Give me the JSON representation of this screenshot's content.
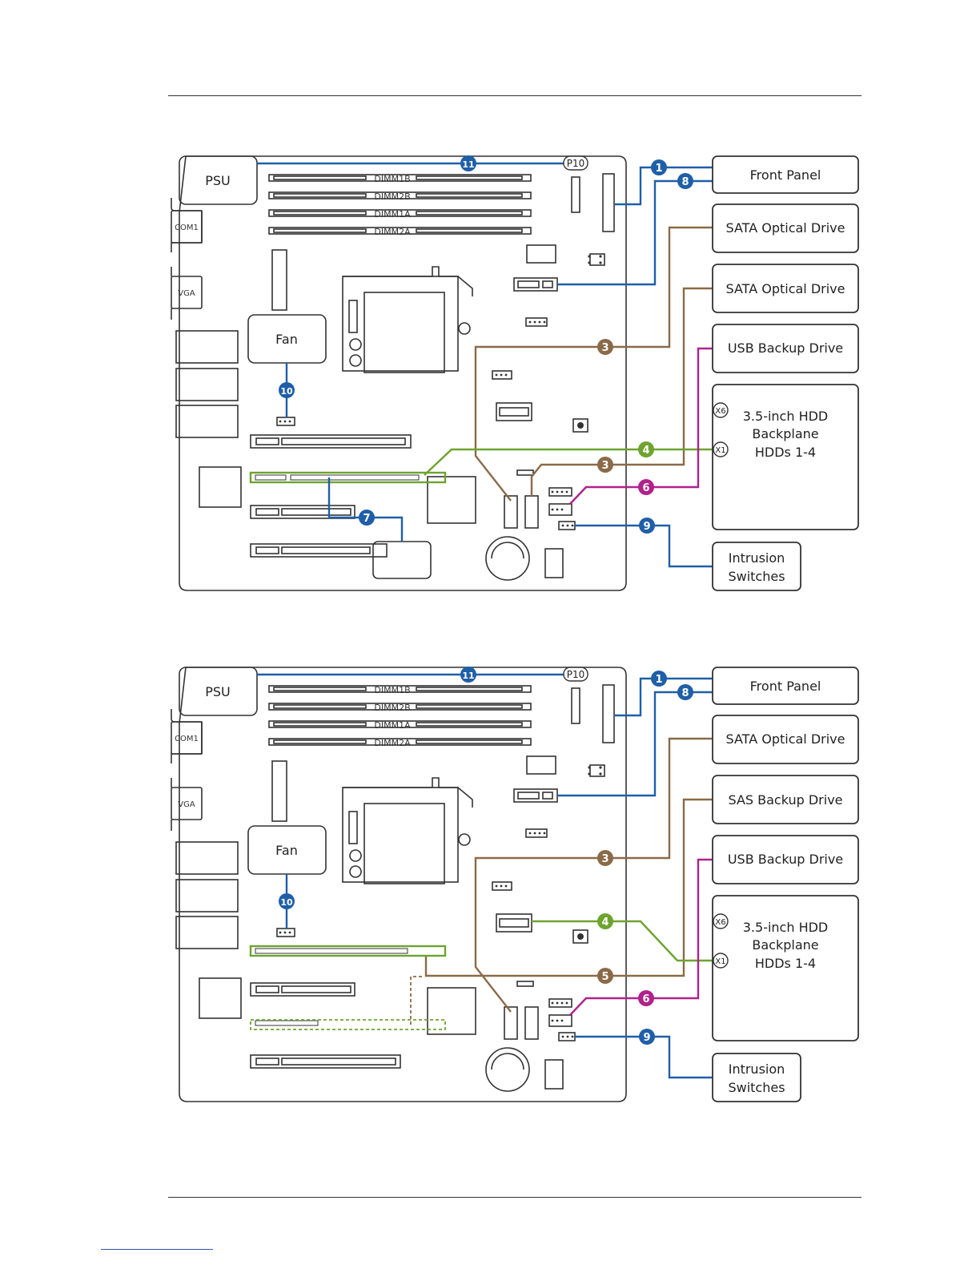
{
  "colors": {
    "blue": "#1f5fa8",
    "brown": "#8b6a48",
    "green": "#6da42f",
    "magenta": "#b0228b",
    "outline": "#333333"
  },
  "diagrams": [
    {
      "board": {
        "psu": "PSU",
        "dimms": [
          "DIMM1B",
          "DIMM2B",
          "DIMM1A",
          "DIMM2A"
        ],
        "com": "COM1",
        "vga": "VGA",
        "fan": "Fan",
        "p10": "P10",
        "x6": "X6",
        "x1": "X1"
      },
      "boxes": {
        "front_panel": "Front Panel",
        "box2": "SATA Optical Drive",
        "box3": "SATA Optical Drive",
        "usb": "USB Backup Drive",
        "hdd": [
          "3.5-inch HDD",
          "Backplane",
          "HDDs 1-4"
        ],
        "intrusion": [
          "Intrusion",
          "Switches"
        ]
      },
      "callouts": [
        "11",
        "1",
        "8",
        "3",
        "4",
        "3",
        "6",
        "7",
        "9",
        "10"
      ]
    },
    {
      "board": {
        "psu": "PSU",
        "dimms": [
          "DIMM1B",
          "DIMM2B",
          "DIMM1A",
          "DIMM2A"
        ],
        "com": "COM1",
        "vga": "VGA",
        "fan": "Fan",
        "p10": "P10",
        "x6": "X6",
        "x1": "X1"
      },
      "boxes": {
        "front_panel": "Front Panel",
        "box2": "SATA Optical Drive",
        "box3": "SAS Backup Drive",
        "usb": "USB Backup Drive",
        "hdd": [
          "3.5-inch HDD",
          "Backplane",
          "HDDs 1-4"
        ],
        "intrusion": [
          "Intrusion",
          "Switches"
        ]
      },
      "callouts": [
        "11",
        "1",
        "8",
        "3",
        "4",
        "5",
        "6",
        "9",
        "10"
      ]
    }
  ]
}
